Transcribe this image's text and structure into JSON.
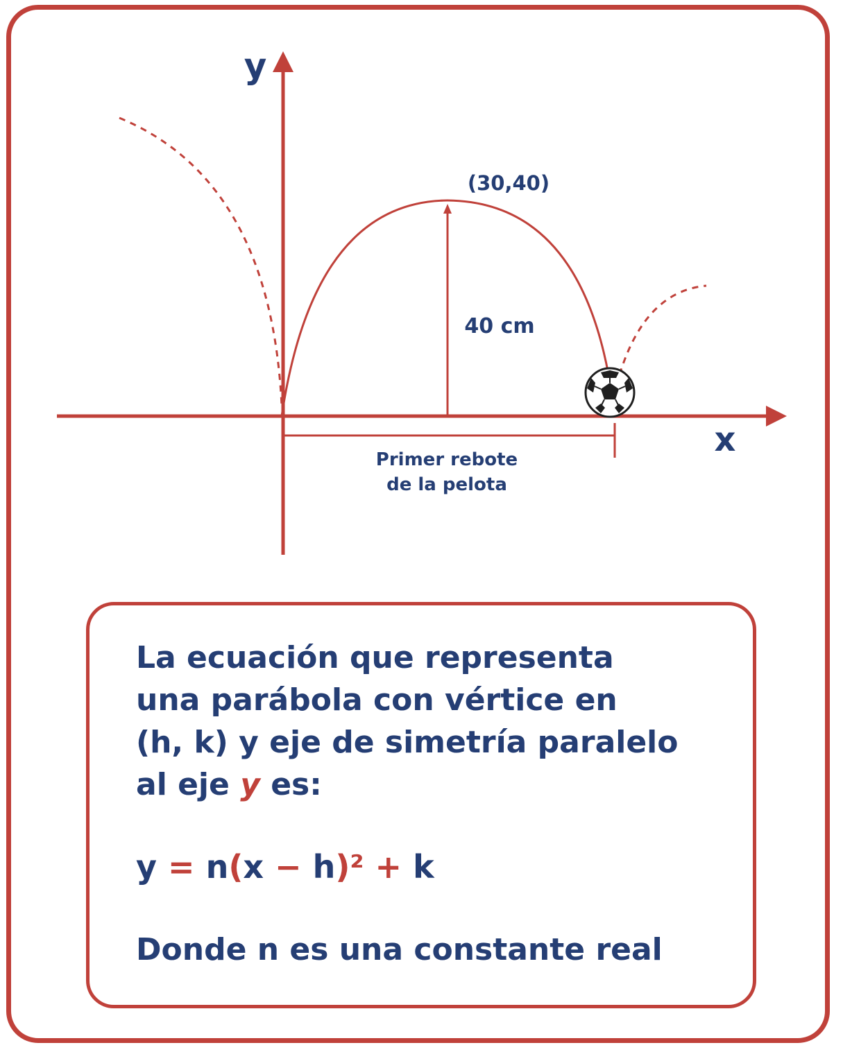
{
  "colors": {
    "accent": "#c0413a",
    "text": "#253e74"
  },
  "diagram": {
    "y_axis_label": "y",
    "x_axis_label": "x",
    "vertex_label": "(30,40)",
    "height_label": "40 cm",
    "bounce_label_line1": "Primer rebote",
    "bounce_label_line2": "de la pelota",
    "ball_icon": "soccer-ball-icon"
  },
  "info": {
    "line1": "La ecuación que representa",
    "line2": "una parábola con vértice en",
    "line3": "(h, k) y eje de simetría paralelo",
    "line4_prefix": "al eje ",
    "line4_var": "y",
    "line4_suffix": " es:",
    "formula": {
      "y": "y",
      "eq": " = ",
      "n": "n",
      "lparen": "(",
      "x": "x",
      "minus": " − ",
      "h": "h",
      "rparen": ")",
      "sq": "²",
      "plus": " + ",
      "k": "k"
    },
    "note": "Donde n es una constante real"
  }
}
